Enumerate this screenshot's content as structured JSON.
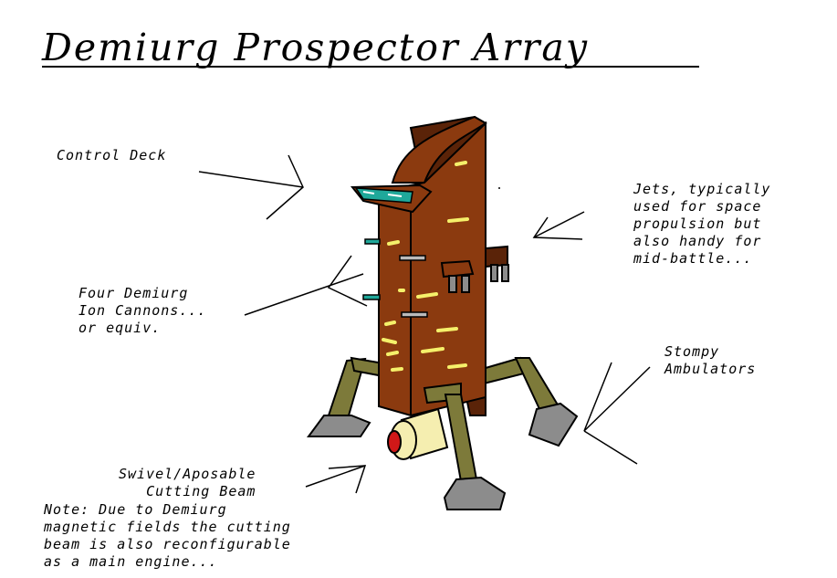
{
  "title": "Demiurg Prospector Array",
  "labels": {
    "control_deck": [
      "Control Deck"
    ],
    "jets": [
      "Jets, typically",
      "used for space",
      "propulsion but",
      "also handy for",
      "mid-battle..."
    ],
    "ion_cannons": [
      "Four Demiurg",
      "Ion Cannons...",
      "or equiv."
    ],
    "stompy": [
      "Stompy",
      "Ambulators"
    ],
    "cutting_beam": [
      "Swivel/Aposable",
      "Cutting Beam"
    ],
    "note": [
      "Note: Due to Demiurg",
      "magnetic fields the cutting",
      "beam is also reconfigurable",
      "as a main engine..."
    ]
  },
  "colors": {
    "hull": "#8b3a0f",
    "hull_shadow": "#5a2308",
    "window": "#1fa89a",
    "legs": "#7d7a3a",
    "feet": "#8c8c8c",
    "yellow": "#f5f06a",
    "beam_ring": "#f5eeb0",
    "beam_core": "#d01818"
  }
}
